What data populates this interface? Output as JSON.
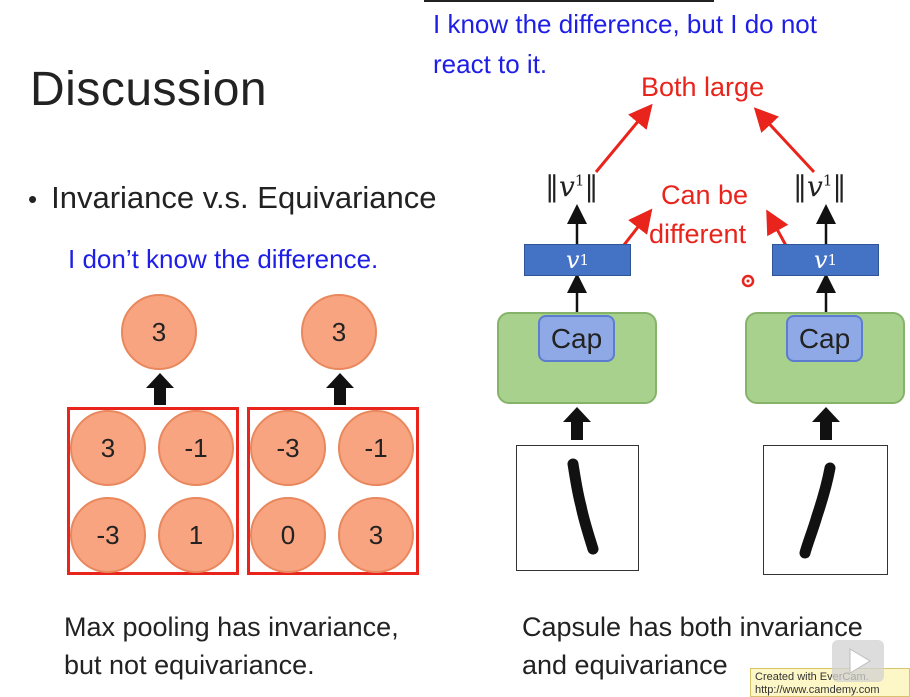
{
  "slide": {
    "title": "Discussion",
    "bullet": "Invariance v.s. Equivariance",
    "left_note": "I don’t know the difference.",
    "right_note_line1": "I know the difference, but I do not",
    "right_note_line2": "react to it."
  },
  "max_pooling": {
    "group1": {
      "output": "3",
      "inputs": [
        "3",
        "-1",
        "-3",
        "1"
      ]
    },
    "group2": {
      "output": "3",
      "inputs": [
        "-3",
        "-1",
        "0",
        "3"
      ]
    },
    "caption_line1": "Max pooling has invariance,",
    "caption_line2": "but not equivariance."
  },
  "capsule": {
    "cap_label": "Cap",
    "vector_label": "v",
    "superscript": "1",
    "norm_label": "v",
    "both_large": "Both large",
    "can_be": "Can be",
    "different": "different",
    "caption_line1": "Capsule has both invariance",
    "caption_line2": "and equivariance"
  },
  "overlay": {
    "watermark_line1": "Created with EverCam.",
    "watermark_line2": "http://www.camdemy.com"
  },
  "colors": {
    "accent_red": "#e8241c",
    "note_blue": "#1e1ee6",
    "node_fill": "#f8a480",
    "cap_fill": "#8fa9e6",
    "vector_fill": "#4472c4",
    "green_fill": "#a9d18e"
  }
}
